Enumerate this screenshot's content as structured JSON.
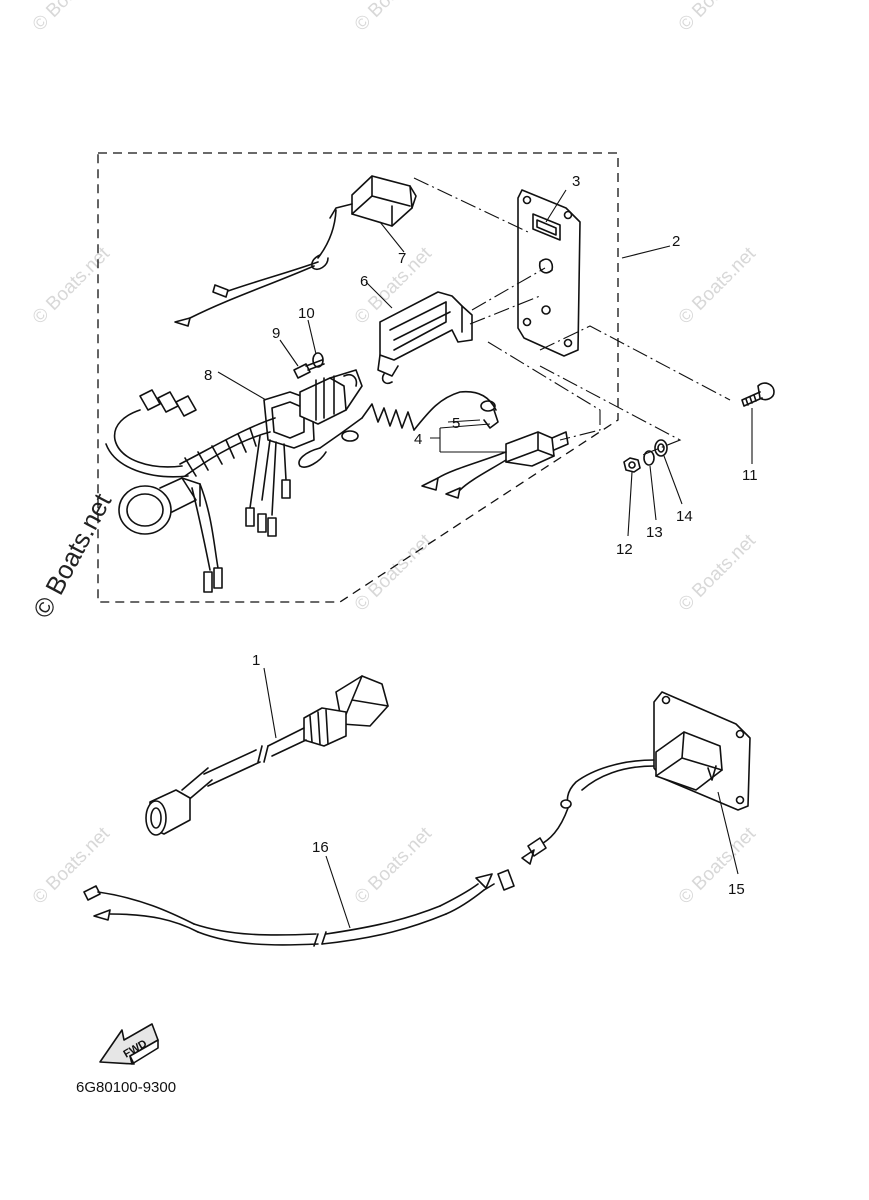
{
  "watermark": {
    "text": "© Boats.net",
    "color": "#d8d8d8"
  },
  "diagram_code": "6G80100-9300",
  "direction_arrow": {
    "text": "FWD",
    "icon": "fwd-arrow-icon"
  },
  "callouts": [
    {
      "id": "c1",
      "label": "1"
    },
    {
      "id": "c2",
      "label": "2"
    },
    {
      "id": "c3",
      "label": "3"
    },
    {
      "id": "c4",
      "label": "4"
    },
    {
      "id": "c5",
      "label": "5"
    },
    {
      "id": "c6",
      "label": "6"
    },
    {
      "id": "c7",
      "label": "7"
    },
    {
      "id": "c8",
      "label": "8"
    },
    {
      "id": "c9",
      "label": "9"
    },
    {
      "id": "c10",
      "label": "10"
    },
    {
      "id": "c11",
      "label": "11"
    },
    {
      "id": "c12",
      "label": "12"
    },
    {
      "id": "c13",
      "label": "13"
    },
    {
      "id": "c14",
      "label": "14"
    },
    {
      "id": "c15",
      "label": "15"
    },
    {
      "id": "c16",
      "label": "16"
    }
  ]
}
